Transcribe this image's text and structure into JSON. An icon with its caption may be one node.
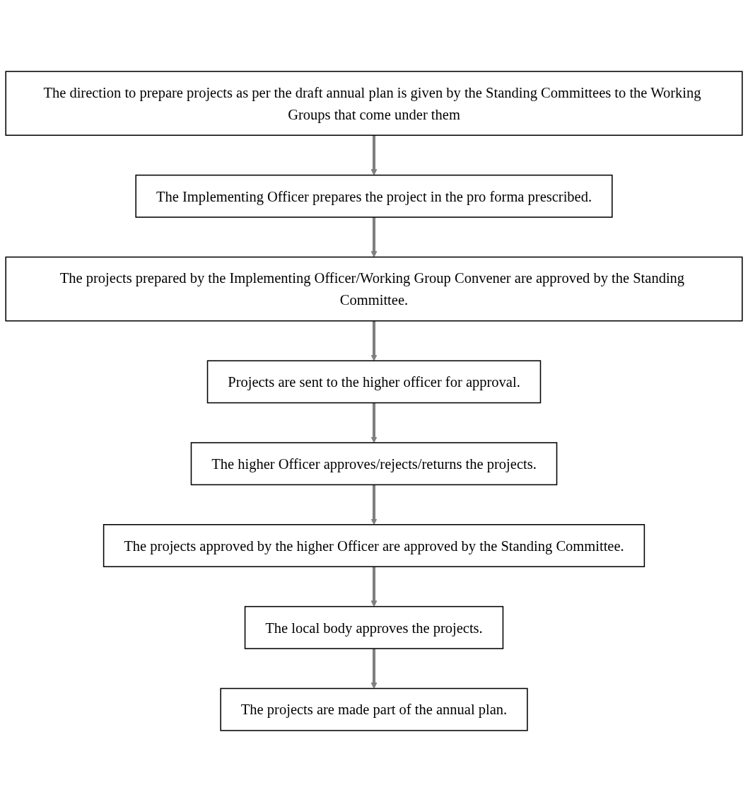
{
  "diagram": {
    "nodes": [
      {
        "text": [
          "The direction to prepare projects as per the draft annual plan is given by the Standing Committees to the Working Groups that come under them"
        ]
      },
      {
        "text": [
          "The Implementing Officer prepares the project in the pro forma prescribed."
        ]
      },
      {
        "text": [
          "The projects prepared by the Implementing Officer/Working Group Convener are approved by the Standing Committee."
        ]
      },
      {
        "text": [
          "Projects are sent to the higher officer for approval."
        ]
      },
      {
        "text": [
          "The higher Officer approves/rejects/returns the projects."
        ]
      },
      {
        "text": [
          "The projects approved by the higher Officer are approved by the Standing Committee."
        ]
      },
      {
        "text": [
          "The local body approves the projects."
        ]
      },
      {
        "text": [
          "The projects are made part of the annual plan."
        ]
      }
    ],
    "edges": [
      {
        "from": 0,
        "to": 1,
        "arrow": "to"
      },
      {
        "from": 1,
        "to": 2,
        "arrow": "to"
      },
      {
        "from": 2,
        "to": 3,
        "arrow": "to"
      },
      {
        "from": 3,
        "to": 4,
        "arrow": "to"
      },
      {
        "from": 4,
        "to": 5,
        "arrow": "to"
      },
      {
        "from": 5,
        "to": 6,
        "arrow": "to"
      },
      {
        "from": 6,
        "to": 7,
        "arrow": "to"
      }
    ]
  }
}
